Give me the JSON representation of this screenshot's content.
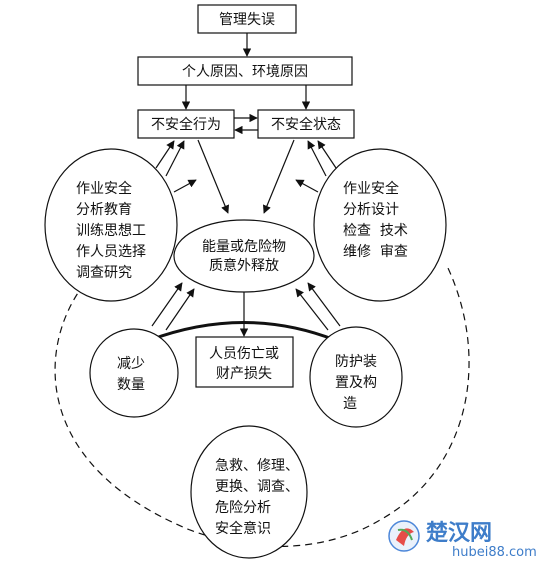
{
  "boxes": {
    "management_error": "管理失误",
    "personal_env": "个人原因、环境原因",
    "unsafe_act": "不安全行为",
    "unsafe_state": "不安全状态",
    "casualty": [
      "人员伤亡或",
      "财产损失"
    ]
  },
  "ellipses": {
    "energy_release": [
      "能量或危险物",
      "质意外释放"
    ],
    "left_measures": [
      "作业安全",
      "分析教育",
      "训练思想工",
      "作人员选择",
      "调查研究"
    ],
    "right_measures": [
      "作业安全",
      "分析设计",
      "检查  技术",
      "维修  审查"
    ],
    "reduce_quantity": [
      "减少",
      "数量"
    ],
    "protective_devices": [
      "防护装",
      "置及构",
      "造"
    ],
    "repair_analysis": [
      "急救、修理、",
      "更换、调查、",
      "危险分析",
      "安全意识"
    ]
  },
  "watermark": {
    "brand": "楚汉网",
    "url": "hubei88.com"
  }
}
